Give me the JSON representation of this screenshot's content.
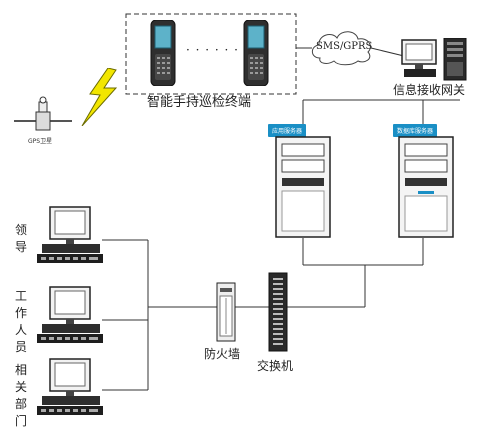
{
  "diagram": {
    "terminals_label": "智能手持巡检终端",
    "dots": "· · · · · ·",
    "cloud_label": "SMS/GPRS",
    "gateway_label": "信息接收网关",
    "gps_label": "GPS卫星",
    "app_server_tag": "应用服务器",
    "db_server_tag": "数据库服务器",
    "firewall_label": "防火墙",
    "switch_label": "交换机",
    "pc_labels": [
      "领导",
      "工作人员",
      "相关部门"
    ]
  },
  "colors": {
    "tag_blue": "#1a8fc5",
    "bolt_yellow": "#f2e600",
    "line": "#333333"
  }
}
